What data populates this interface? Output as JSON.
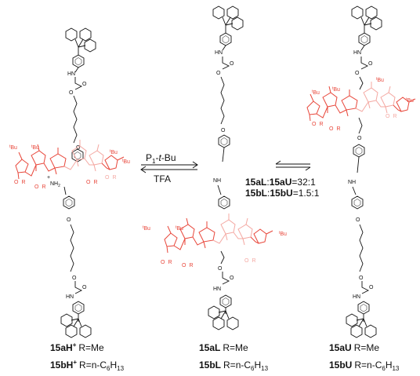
{
  "arrows": {
    "reagent_forward_pre": "P",
    "reagent_forward_sub": "1",
    "reagent_forward_mid": "-",
    "reagent_forward_italic": "t",
    "reagent_forward_post": "-Bu",
    "reagent_reverse": "TFA",
    "ratio_line_1_a": "15aL",
    "ratio_line_1_colon": ":",
    "ratio_line_1_b": "15aU",
    "ratio_line_1_value": "=32:1",
    "ratio_line_2_a": "15bL",
    "ratio_line_2_colon": ":",
    "ratio_line_2_b": "15bU",
    "ratio_line_2_value": "=1.5:1"
  },
  "atoms": {
    "hn": "HN",
    "o": "O",
    "nh": "NH",
    "nh2": "NH",
    "nh2_sub": "2",
    "plus": "+",
    "tbu_sup": "t",
    "tbu": "Bu",
    "r_o": "O",
    "r": "R"
  },
  "compounds": [
    {
      "code": "15aH",
      "sup": "+",
      "r": "R=Me"
    },
    {
      "code": "15bH",
      "sup": "+",
      "r": "R=n-C",
      "sub": "6",
      "r_tail": "H",
      "sub2": "13"
    },
    {
      "code": "15aL",
      "r": "R=Me"
    },
    {
      "code": "15bL",
      "r": "R=n-C",
      "sub": "6",
      "r_tail": "H",
      "sub2": "13"
    },
    {
      "code": "15aU",
      "r": "R=Me"
    },
    {
      "code": "15bU",
      "r": "R=n-C",
      "sub": "6",
      "r_tail": "H",
      "sub2": "13"
    }
  ],
  "colors": {
    "bond": "#111111",
    "calixarene": "#e8463a",
    "calixarene_back": "#f4a8a2"
  }
}
